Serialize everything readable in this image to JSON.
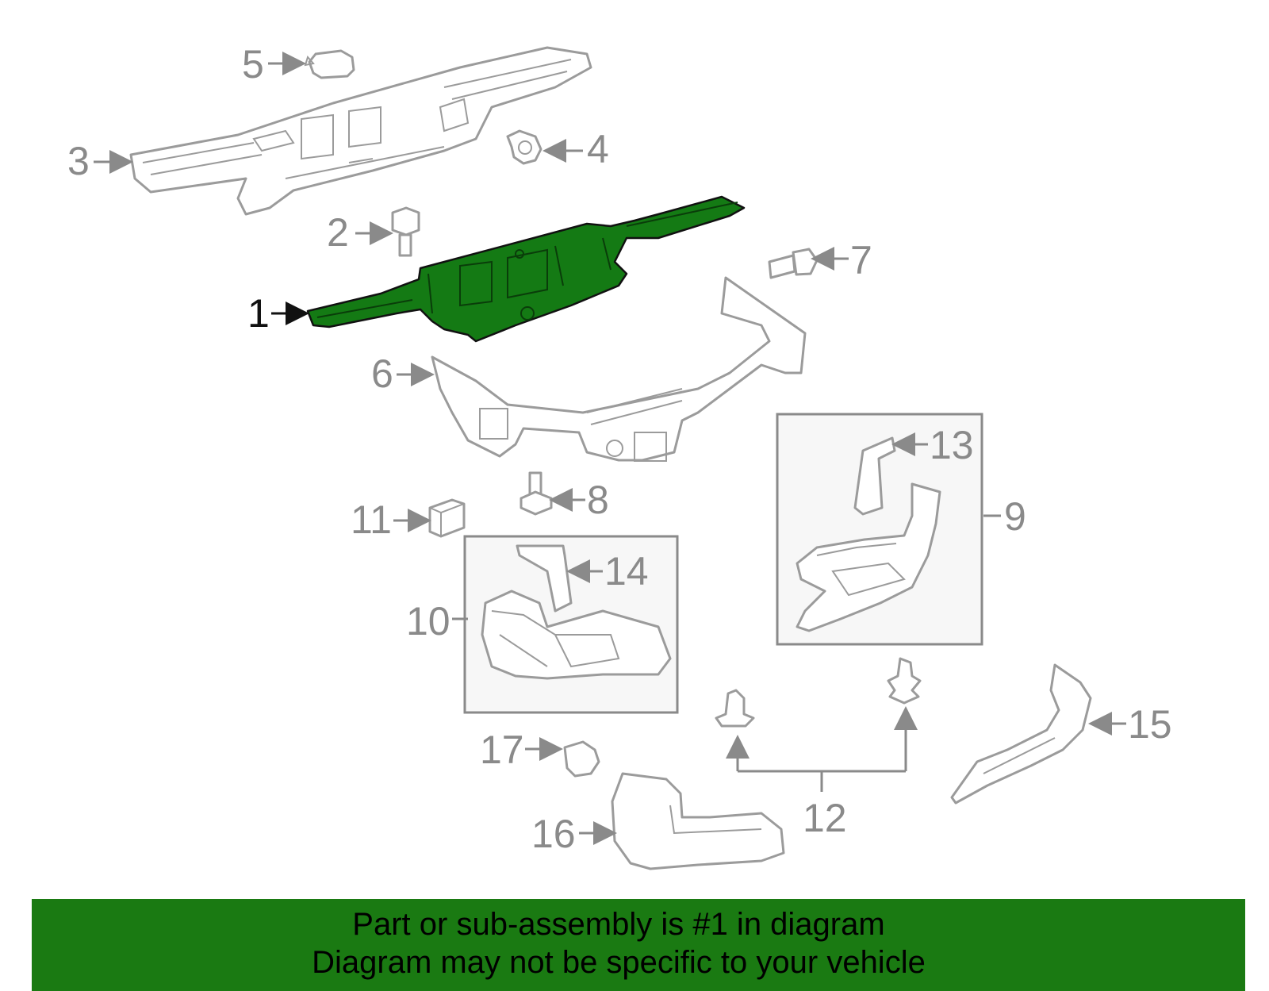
{
  "callouts": {
    "c1": "1",
    "c2": "2",
    "c3": "3",
    "c4": "4",
    "c5": "5",
    "c6": "6",
    "c7": "7",
    "c8": "8",
    "c9": "9",
    "c10": "10",
    "c11": "11",
    "c12": "12",
    "c13": "13",
    "c14": "14",
    "c15": "15",
    "c16": "16",
    "c17": "17"
  },
  "highlight": {
    "part": "1",
    "color": "#147a14"
  },
  "banner": {
    "line1": "Part or sub-assembly is #1 in diagram",
    "line2": "Diagram may not be specific to your vehicle",
    "color": "#1a7a12"
  }
}
